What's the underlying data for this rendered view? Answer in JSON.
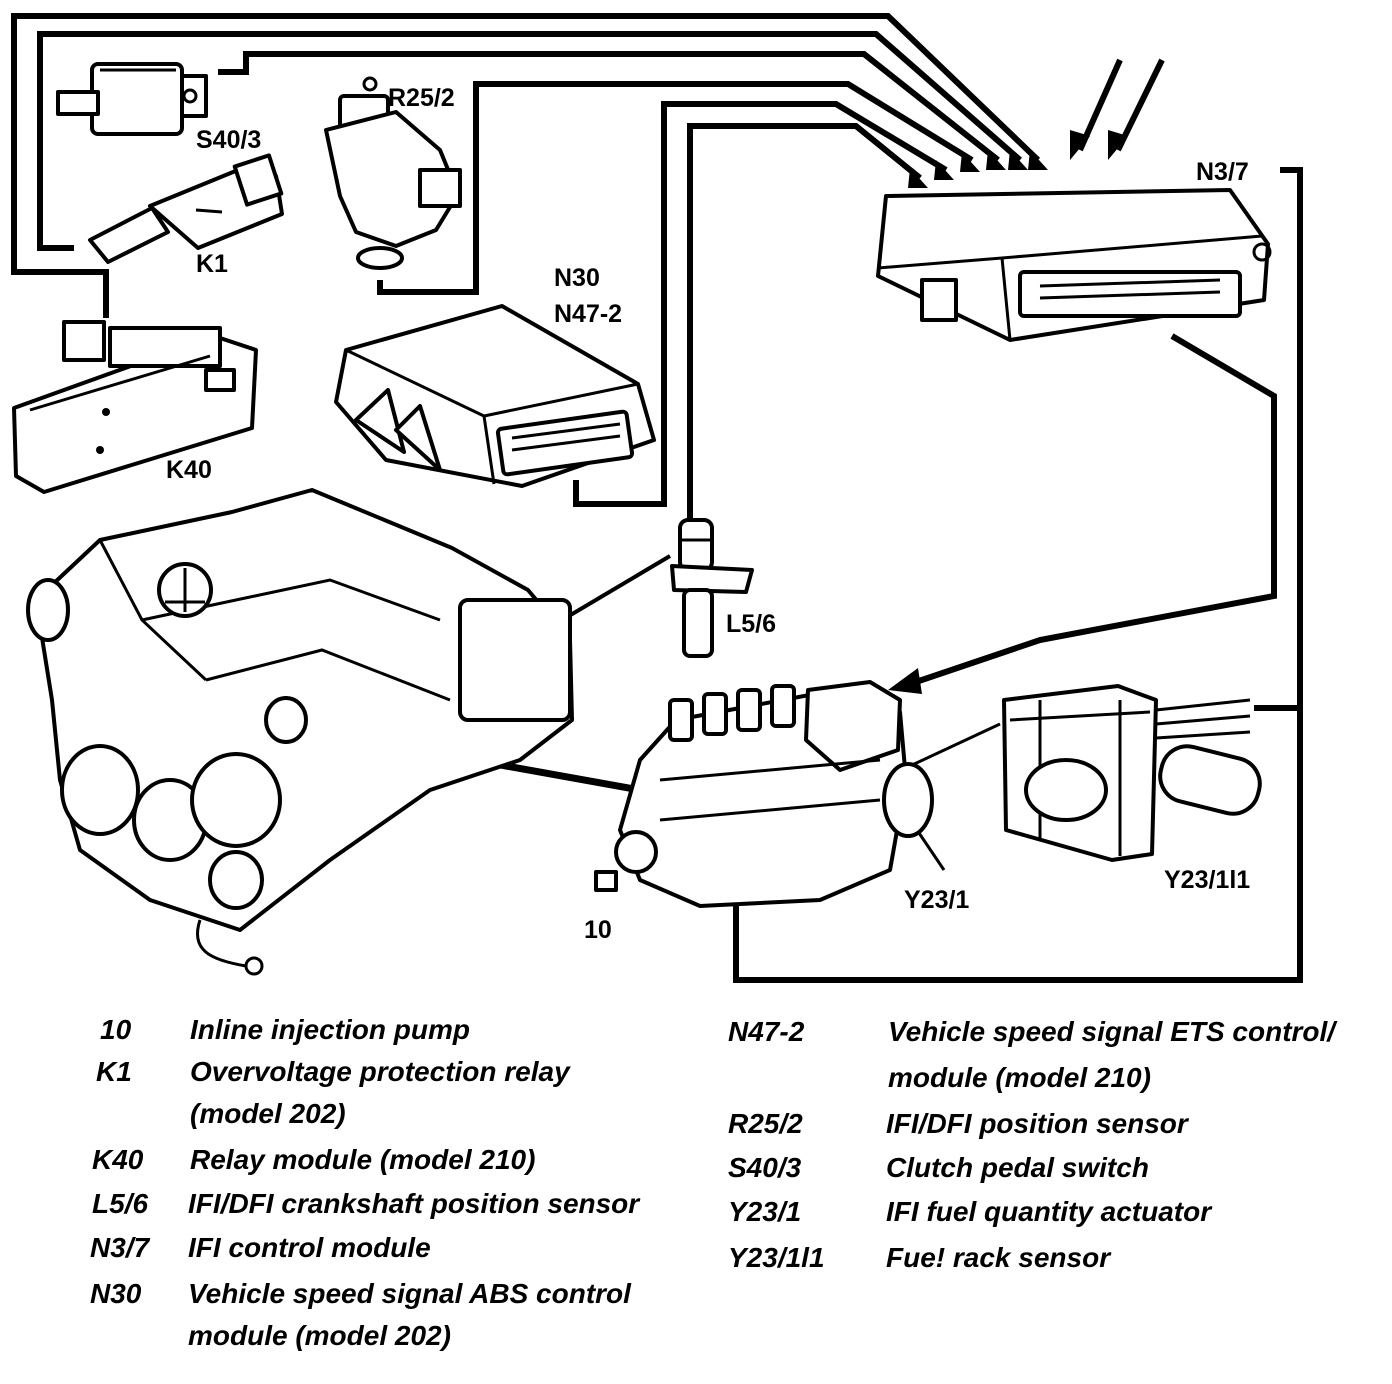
{
  "labels": {
    "s40_3": "S40/3",
    "r25_2": "R25/2",
    "k1": "K1",
    "n3_7": "N3/7",
    "n30": "N30",
    "n47_2": "N47-2",
    "k40": "K40",
    "l5_6": "L5/6",
    "y23_1": "Y23/1",
    "y23_1l1": "Y23/1l1",
    "pump_10": "10"
  },
  "legend_left": [
    {
      "code": "10",
      "lines": [
        "Inline injection pump"
      ]
    },
    {
      "code": "K1",
      "lines": [
        "Overvoltage protection relay",
        "(model 202)"
      ]
    },
    {
      "code": "K40",
      "lines": [
        "Relay module (model 210)"
      ]
    },
    {
      "code": "L5/6",
      "lines": [
        "IFI/DFI crankshaft position sensor"
      ]
    },
    {
      "code": "N3/7",
      "lines": [
        "IFI control module"
      ]
    },
    {
      "code": "N30",
      "lines": [
        "Vehicle speed signal ABS control",
        "module (model 202)"
      ]
    }
  ],
  "legend_right": [
    {
      "code": "N47-2",
      "lines": [
        "Vehicle speed signal ETS control/",
        "module (model 210)"
      ]
    },
    {
      "code": "R25/2",
      "lines": [
        "IFI/DFI position sensor"
      ]
    },
    {
      "code": "S40/3",
      "lines": [
        "Clutch pedal switch"
      ]
    },
    {
      "code": "Y23/1",
      "lines": [
        "IFI fuel quantity actuator"
      ]
    },
    {
      "code": "Y23/1l1",
      "lines": [
        "Fue! rack sensor"
      ]
    }
  ]
}
